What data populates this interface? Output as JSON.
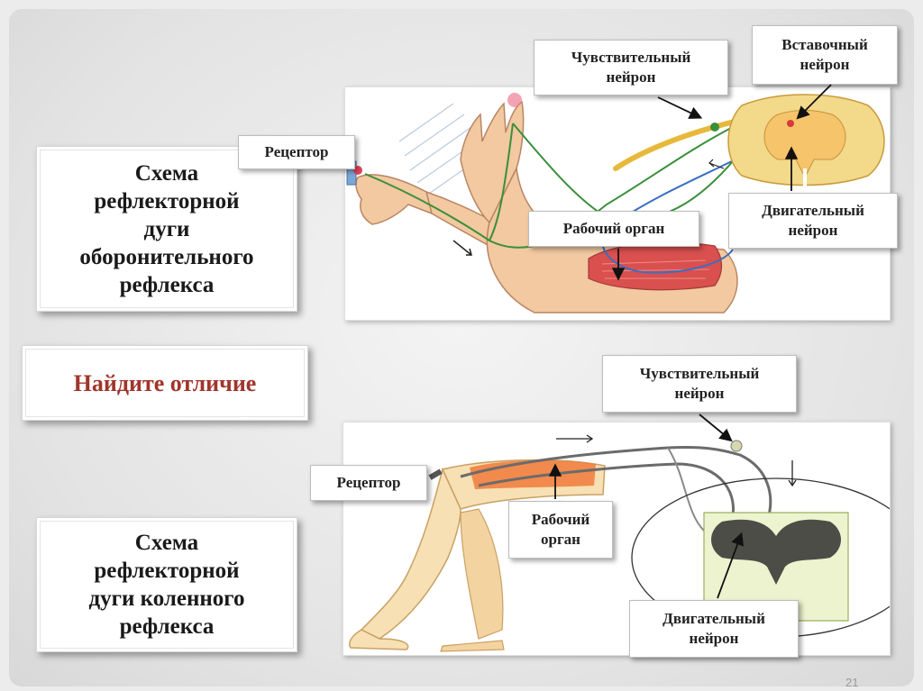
{
  "top_section": {
    "title_lines": [
      "Схема",
      "рефлекторной",
      "дуги",
      "оборонительного",
      "рефлекса"
    ],
    "labels": {
      "receptor": "Рецептор",
      "sensory_line1": "Чувствительный",
      "sensory_line2": "нейрон",
      "interneuron_line1": "Вставочный",
      "interneuron_line2": "нейрон",
      "motor_line1": "Двигательный",
      "motor_line2": "нейрон",
      "effector": "Рабочий орган"
    }
  },
  "middle": {
    "task": "Найдите отличие"
  },
  "bottom_section": {
    "title_lines": [
      "Схема",
      "рефлекторной",
      "дуги коленного",
      "рефлекса"
    ],
    "labels": {
      "receptor": "Рецептор",
      "sensory_line1": "Чувствительный",
      "sensory_line2": "нейрон",
      "effector_line1": "Рабочий",
      "effector_line2": "орган",
      "motor_line1": "Двигательный",
      "motor_line2": "нейрон"
    }
  },
  "page_number": "21",
  "colors": {
    "task_text": "#a0352b",
    "skin": "#f2c9a0",
    "muscle": "#d9504f",
    "sensory_path": "#3a8f3a",
    "motor_path": "#3a6fc0",
    "spinal_cord": "#f3d98a"
  }
}
